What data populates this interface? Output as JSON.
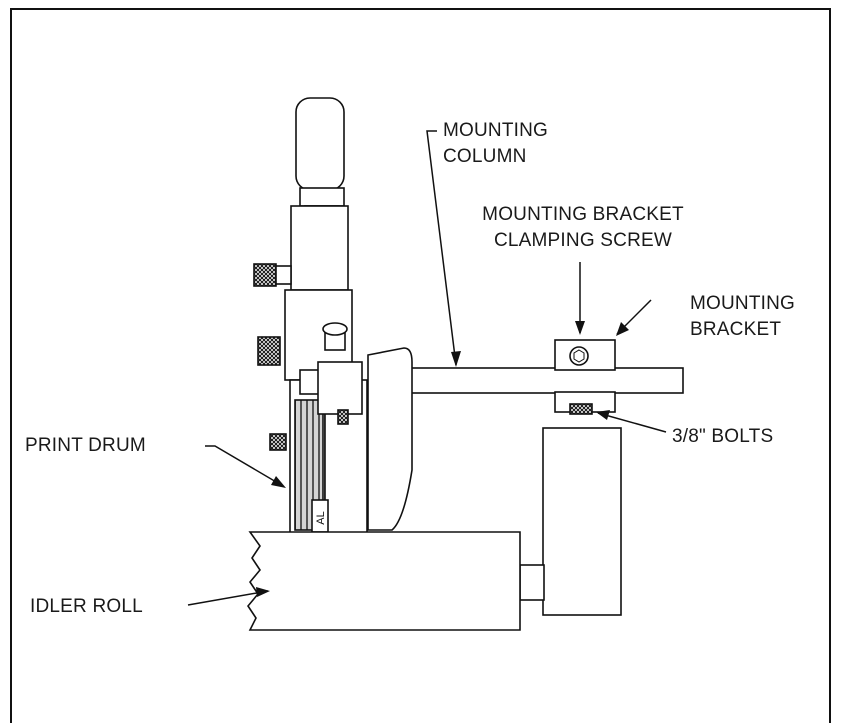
{
  "labels": {
    "mounting_column": [
      "MOUNTING",
      "COLUMN"
    ],
    "mounting_bracket_clamping_screw": [
      "MOUNTING BRACKET",
      "CLAMPING SCREW"
    ],
    "mounting_bracket": [
      "MOUNTING",
      "BRACKET"
    ],
    "bolts": "3/8\" BOLTS",
    "print_drum": "PRINT DRUM",
    "idler_roll": "IDLER ROLL",
    "drum_marking": "AL"
  }
}
